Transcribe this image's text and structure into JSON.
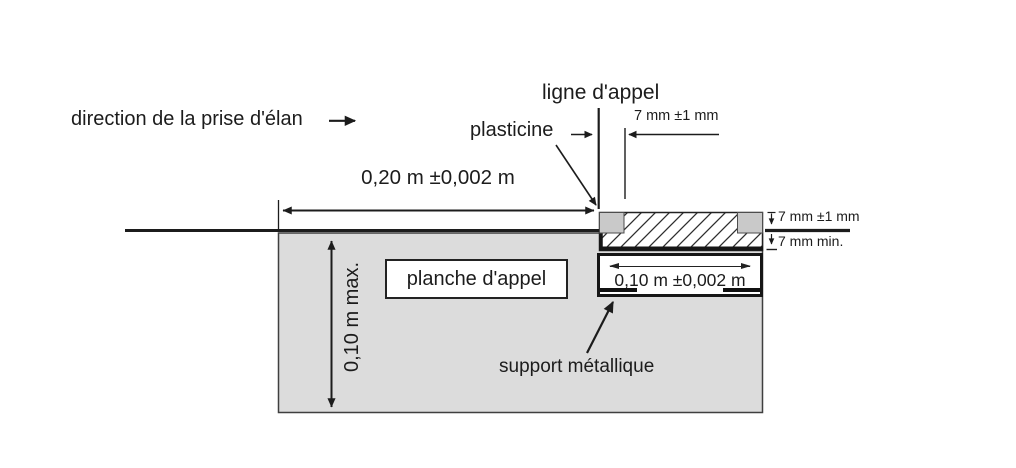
{
  "diagram": {
    "subject": "long-jump take-off board cross-section",
    "labels": {
      "direction": "direction de la prise d'élan",
      "ligne_appel": "ligne d'appel",
      "plasticine": "plasticine",
      "offset_top_dim": "7 mm ±1 mm",
      "board_width_dim": "0,20 m ±0,002 m",
      "height_above_dim": "7 mm ±1 mm",
      "depth_min_dim": "7 mm min.",
      "board_label": "planche d'appel",
      "indicator_width_dim": "0,10 m ±0,002 m",
      "depth_max_dim": "0,10 m max.",
      "support_label": "support métallique"
    },
    "colors": {
      "background": "#ffffff",
      "foundation_gray": "#dcdcdc",
      "plasticine_gray": "#c9c9c9",
      "line_black": "#1c1c1c"
    }
  }
}
